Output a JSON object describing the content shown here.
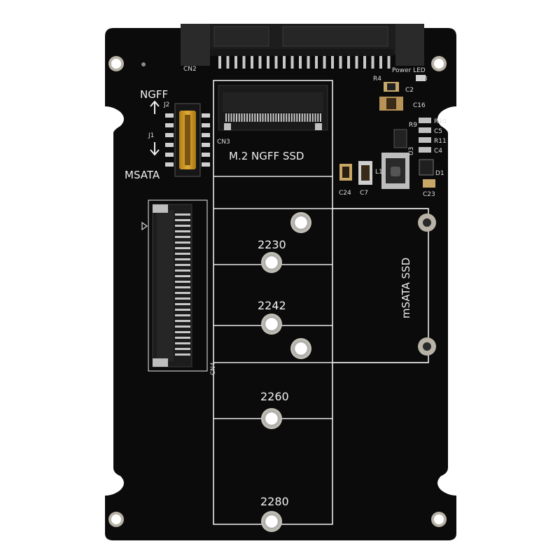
{
  "board": {
    "colors": {
      "pcb": "#0b0b0b",
      "silkscreen": "#e8e8e8",
      "pad": "#c9c5b8",
      "connector": "#1d1d1d",
      "pins": "#c8c8c8",
      "slide_switch": "#d8a22a"
    },
    "labels": {
      "switch_top": "NGFF",
      "switch_bottom": "MSATA",
      "ngff_slot": "M.2   NGFF  SSD",
      "msata_slot": "mSATA  SSD",
      "sizes": [
        "2230",
        "2242",
        "2260",
        "2280"
      ],
      "refs": {
        "cn2": "CN2",
        "cn3": "CN3",
        "cn4": "CN4",
        "j1": "J1",
        "j2": "J2",
        "r4": "R4",
        "power_led": "Power LED",
        "d3": "D3",
        "c2": "C2",
        "c16": "C16",
        "r9": "R9",
        "r10": "R10",
        "c5": "C5",
        "r11": "R11",
        "c4": "C4",
        "u3": "U3",
        "l1": "L1",
        "d1": "D1",
        "c24": "C24",
        "c7": "C7",
        "c23": "C23"
      }
    }
  }
}
